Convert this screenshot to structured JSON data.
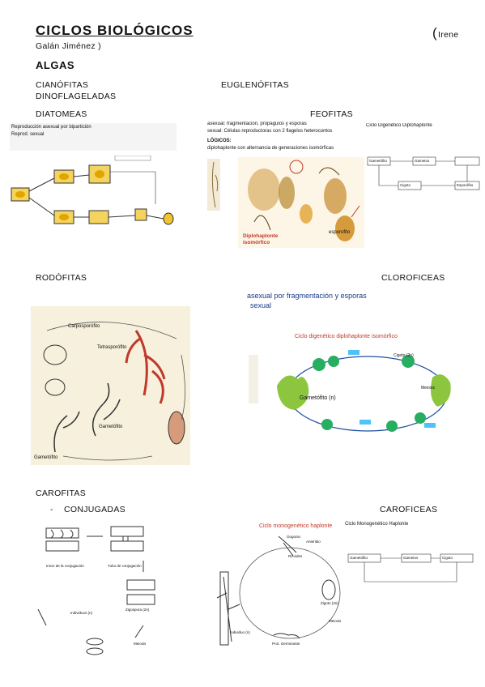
{
  "header": {
    "title": "CICLOS BIOLÓGICOS",
    "author_first": "Irene",
    "author_last": "Galán Jiménez )",
    "open_paren": "("
  },
  "section": "ALGAS",
  "groups": {
    "cianofitas": "CIANÓFITAS",
    "euglenofitas": "EUGLENÓFITAS",
    "dinoflageladas": "DINOFLAGELADAS",
    "diatomeas": "DIATOMEAS",
    "feofitas": "FEOFITAS",
    "rodofitas": "RODÓFITAS",
    "cloroficeas": "CLOROFICEAS",
    "carofitas": "CAROFITAS",
    "conjugadas_bullet": "-",
    "conjugadas": "CONJUGADAS",
    "caroficeas": "CAROFICEAS"
  },
  "figures": {
    "diatomeas": {
      "line1": "Reproducción asexual por bipartición",
      "line2": "Reprod. sexual"
    },
    "feofitas_text": {
      "line1": "asexual: fragmentación, propágulos y esporas",
      "line2": "sexual: Células reproductoras con 2 flagelos heterocontos",
      "line3": "LÓGICOS:",
      "line4": "diplohaplonte con alternancia de generaciones isomórficas"
    },
    "feofitas_diagram": {
      "label1": "Diplohaplonte",
      "label2": "isomórfico",
      "label3": "esporofito"
    },
    "feofitas_scheme": {
      "title": "Ciclo Digenético Diplohaplonte",
      "box1": "Gametófito",
      "box2": "Gametos",
      "box3": "Cigoto",
      "box4": "Esporófito"
    },
    "rodofitas": {
      "label1": "Carposporófito",
      "label2": "Tetrasporófito",
      "label3": "Gametófito",
      "label4": "Gametófito"
    },
    "cloroficeas_text": {
      "line1": "asexual por fragmentación y esporas",
      "line2": "sexual"
    },
    "cloroficeas_diagram": {
      "title": "Ciclo digenético diplohaplonte isomórfico",
      "gametofito": "Gametófito (n)",
      "cigoto": "Cigoto (2n)",
      "meiosis": "Meiosis"
    },
    "conjugadas": {
      "label1": "Inicio de la conjugación",
      "label2": "Tubo de conjugación",
      "label3": "Individuos (n)",
      "label4": "Zigospora (2n)",
      "label5": "Meiosis"
    },
    "caroficeas_diagram": {
      "title": "Ciclo monogenético haplonte",
      "label1": "Oogonio",
      "label2": "Anteridio",
      "label3": "Rizoides",
      "label4": "Individuo (n)",
      "label5": "Zigoto (2n)",
      "label6": "Meiosis",
      "label7": "Prot. Germinante"
    },
    "caroficeas_scheme": {
      "title": "Ciclo Monogenético Haplonte",
      "box1": "Gametófito",
      "box2": "Gametos",
      "box3": "Cigoto"
    }
  }
}
